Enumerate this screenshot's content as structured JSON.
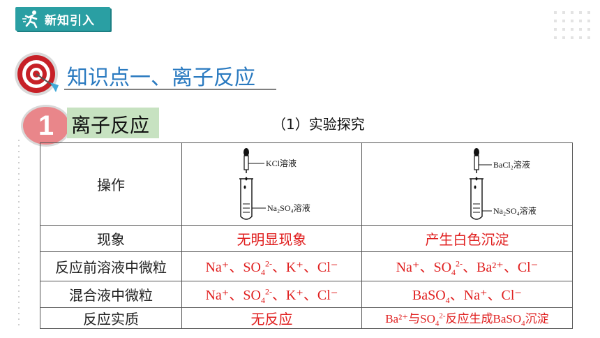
{
  "banner": {
    "label": "新知引入",
    "color": "#2a9fa3"
  },
  "knowledge_point": {
    "title": "知识点一、离子反应"
  },
  "section": {
    "number": "1",
    "title": "离子反应"
  },
  "experiment": {
    "title": "（1）实验探究"
  },
  "table": {
    "row_headers": [
      "操作",
      "现象",
      "反应前溶液中微粒",
      "混合液中微粒",
      "反应实质"
    ],
    "col1": {
      "apparatus": {
        "top_label": "KCl溶液",
        "bottom_label": "Na₂SO₄溶液"
      },
      "phenomenon": "无明显现象",
      "before_a": "Na⁺、SO",
      "before_sub": "4",
      "before_sup": "2-",
      "before_b": "、K⁺、Cl⁻",
      "mixed_a": "Na⁺、SO",
      "mixed_sub": "4",
      "mixed_sup": "2-",
      "mixed_b": "、K⁺、Cl⁻",
      "essence": "无反应"
    },
    "col2": {
      "apparatus": {
        "top_label": "BaCl₂溶液",
        "bottom_label": "Na₂SO₄溶液"
      },
      "phenomenon": "产生白色沉淀",
      "before_a": "Na⁺、SO",
      "before_sub": "4",
      "before_sup": "2-",
      "before_b": "、Ba²⁺、Cl⁻",
      "mixed_a": "BaSO",
      "mixed_sub": "4",
      "mixed_b": "、Na⁺、Cl⁻",
      "essence_a": "Ba²⁺与SO",
      "essence_sub1": "4",
      "essence_sup": "2-",
      "essence_b": "反应生成BaSO",
      "essence_sub2": "4",
      "essence_c": "沉淀"
    }
  },
  "colors": {
    "accent_red": "#e02020",
    "title_blue": "#2a7ac0",
    "section_green": "#c7e2c1",
    "number_pink": "#e9868a"
  }
}
